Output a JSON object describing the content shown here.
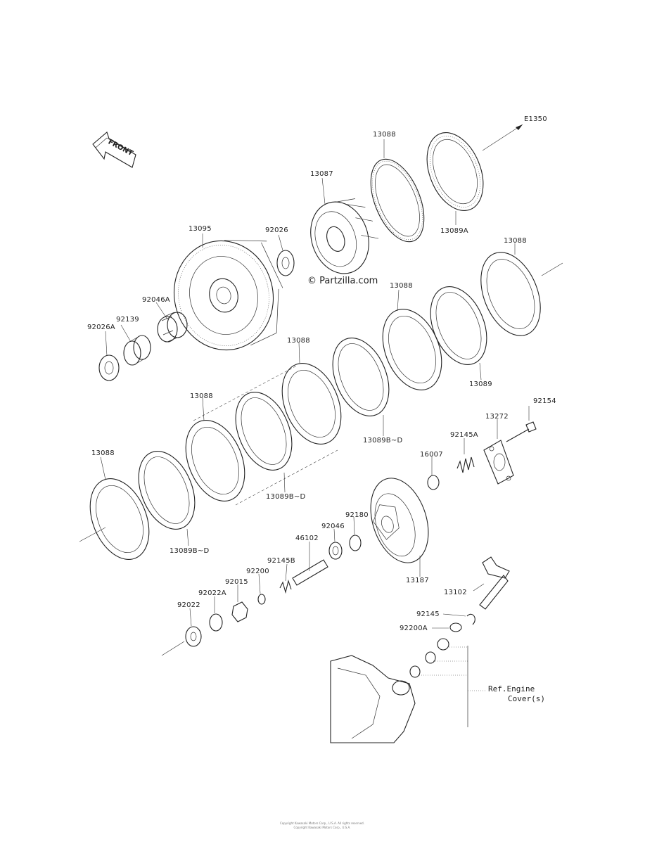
{
  "diagram": {
    "front_label": "FRONT",
    "watermark": "© Partzilla.com",
    "reference": "E1350",
    "ref_note_line1": "Ref.Engine",
    "ref_note_line2": "Cover(s)",
    "copyright_line1": "Copyright Kawasaki Motors Corp., U.S.A. All rights reserved.",
    "copyright_line2": "Copyright Kawasaki Motors Corp., U.S.A."
  },
  "parts": [
    {
      "id": "p-13088-top",
      "label": "13088"
    },
    {
      "id": "p-13087",
      "label": "13087"
    },
    {
      "id": "p-13089a",
      "label": "13089A"
    },
    {
      "id": "p-13095",
      "label": "13095"
    },
    {
      "id": "p-92026",
      "label": "92026"
    },
    {
      "id": "p-13088-right",
      "label": "13088"
    },
    {
      "id": "p-13088-mid",
      "label": "13088"
    },
    {
      "id": "p-92046a",
      "label": "92046A"
    },
    {
      "id": "p-92139",
      "label": "92139"
    },
    {
      "id": "p-92026a",
      "label": "92026A"
    },
    {
      "id": "p-13089",
      "label": "13089"
    },
    {
      "id": "p-13088-center",
      "label": "13088"
    },
    {
      "id": "p-92154",
      "label": "92154"
    },
    {
      "id": "p-13272",
      "label": "13272"
    },
    {
      "id": "p-92145a",
      "label": "92145A"
    },
    {
      "id": "p-13089bd-1",
      "label": "13089B~D"
    },
    {
      "id": "p-13088-left2",
      "label": "13088"
    },
    {
      "id": "p-16007",
      "label": "16007"
    },
    {
      "id": "p-13088-left",
      "label": "13088"
    },
    {
      "id": "p-13089bd-2",
      "label": "13089B~D"
    },
    {
      "id": "p-92180",
      "label": "92180"
    },
    {
      "id": "p-92046",
      "label": "92046"
    },
    {
      "id": "p-46102",
      "label": "46102"
    },
    {
      "id": "p-13089bd-3",
      "label": "13089B~D"
    },
    {
      "id": "p-13187",
      "label": "13187"
    },
    {
      "id": "p-92145b",
      "label": "92145B"
    },
    {
      "id": "p-92200",
      "label": "92200"
    },
    {
      "id": "p-92015",
      "label": "92015"
    },
    {
      "id": "p-92022a",
      "label": "92022A"
    },
    {
      "id": "p-13102",
      "label": "13102"
    },
    {
      "id": "p-92022",
      "label": "92022"
    },
    {
      "id": "p-92145",
      "label": "92145"
    },
    {
      "id": "p-92200a",
      "label": "92200A"
    }
  ]
}
